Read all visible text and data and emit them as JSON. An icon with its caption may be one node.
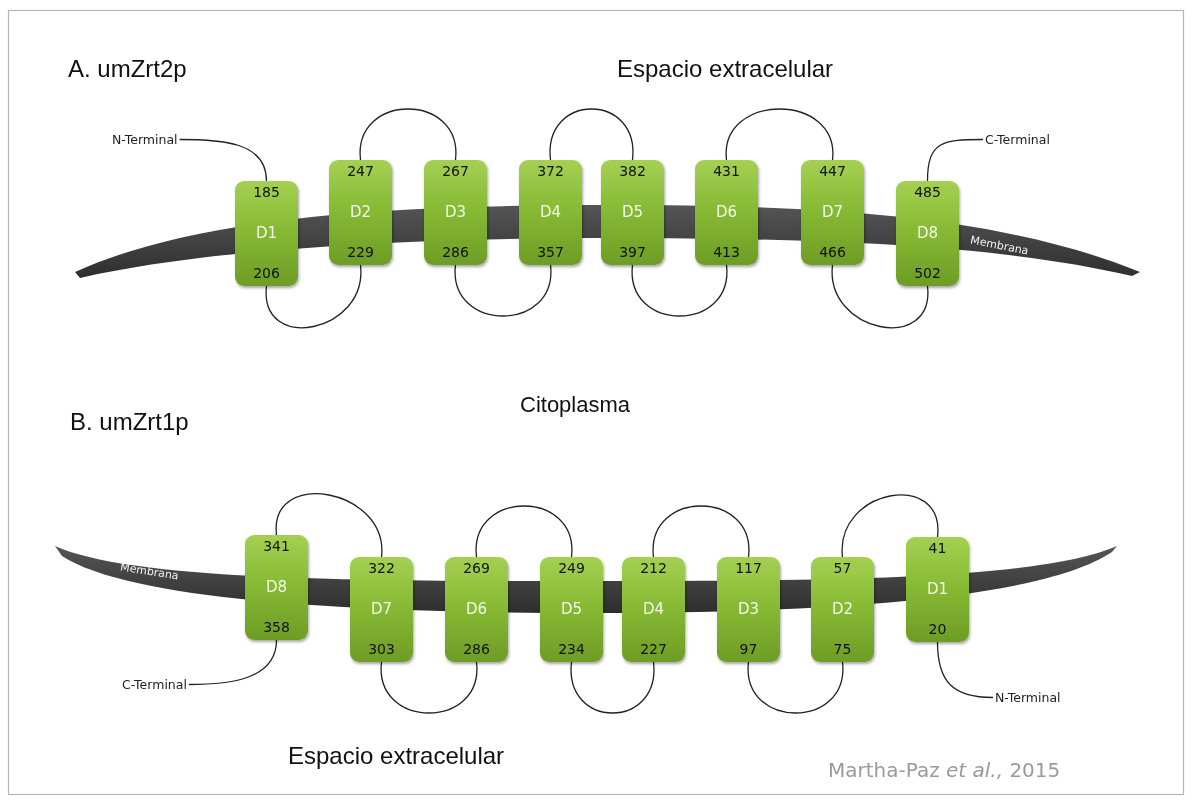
{
  "diagram": {
    "nodes": [
      {
        "text": [
          "N-Terminal"
        ]
      },
      {
        "text": [
          "185",
          "D1",
          "206"
        ]
      },
      {
        "text": [
          "247",
          "D2",
          "229"
        ]
      },
      {
        "text": [
          "267",
          "D3",
          "286"
        ]
      },
      {
        "text": [
          "372",
          "D4",
          "357"
        ]
      },
      {
        "text": [
          "382",
          "D5",
          "397"
        ]
      },
      {
        "text": [
          "431",
          "D6",
          "413"
        ]
      },
      {
        "text": [
          "447",
          "D7",
          "466"
        ]
      },
      {
        "text": [
          "485",
          "D8",
          "502"
        ]
      },
      {
        "text": [
          "C-Terminal"
        ]
      },
      {
        "text": [
          "C-Terminal"
        ]
      },
      {
        "text": [
          "341",
          "D8",
          "358"
        ]
      },
      {
        "text": [
          "322",
          "D7",
          "303"
        ]
      },
      {
        "text": [
          "269",
          "D6",
          "286"
        ]
      },
      {
        "text": [
          "249",
          "D5",
          "234"
        ]
      },
      {
        "text": [
          "212",
          "D4",
          "227"
        ]
      },
      {
        "text": [
          "117",
          "D3",
          "97"
        ]
      },
      {
        "text": [
          "57",
          "D2",
          "75"
        ]
      },
      {
        "text": [
          "41",
          "D1",
          "20"
        ]
      },
      {
        "text": [
          "N-Terminal"
        ]
      }
    ],
    "edges": [
      {
        "from": 0,
        "to": 1,
        "arrow": "none"
      },
      {
        "from": 1,
        "to": 2,
        "arrow": "none"
      },
      {
        "from": 2,
        "to": 3,
        "arrow": "none"
      },
      {
        "from": 3,
        "to": 4,
        "arrow": "none"
      },
      {
        "from": 4,
        "to": 5,
        "arrow": "none"
      },
      {
        "from": 5,
        "to": 6,
        "arrow": "none"
      },
      {
        "from": 6,
        "to": 7,
        "arrow": "none"
      },
      {
        "from": 7,
        "to": 8,
        "arrow": "none"
      },
      {
        "from": 8,
        "to": 9,
        "arrow": "none"
      },
      {
        "from": 10,
        "to": 11,
        "arrow": "none"
      },
      {
        "from": 11,
        "to": 12,
        "arrow": "none"
      },
      {
        "from": 12,
        "to": 13,
        "arrow": "none"
      },
      {
        "from": 13,
        "to": 14,
        "arrow": "none"
      },
      {
        "from": 14,
        "to": 15,
        "arrow": "none"
      },
      {
        "from": 15,
        "to": 16,
        "arrow": "none"
      },
      {
        "from": 16,
        "to": 17,
        "arrow": "none"
      },
      {
        "from": 17,
        "to": 18,
        "arrow": "none"
      },
      {
        "from": 18,
        "to": 19,
        "arrow": "none"
      }
    ],
    "labels": [
      "A. umZrt2p",
      "Espacio extracelular",
      "Membrana",
      "Citoplasma",
      "B. umZrt1p",
      "Membrana",
      "Espacio extracelular",
      "Martha-Paz *et al.,* 2015"
    ]
  }
}
